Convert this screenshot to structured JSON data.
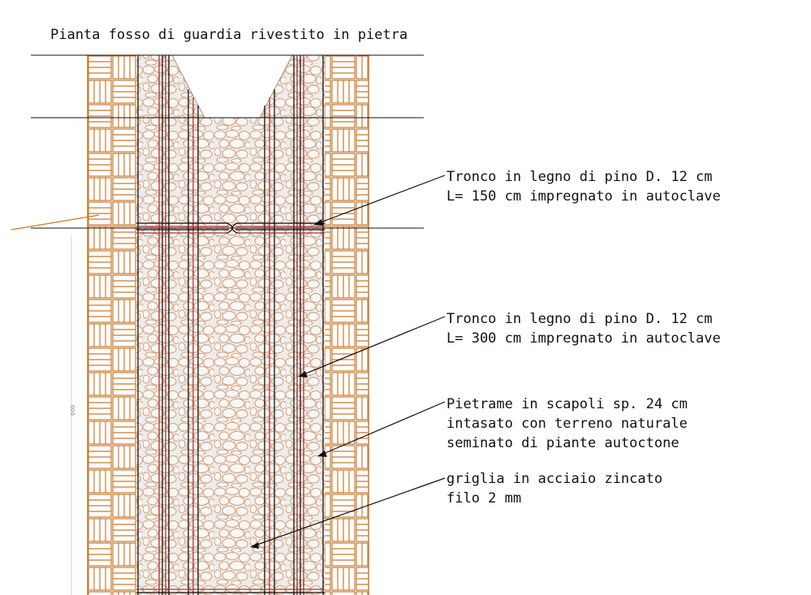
{
  "title": "Pianta fosso di guardia rivestito in pietra",
  "dimension_label": "600",
  "callouts": [
    {
      "id": "tronco-150",
      "lines": [
        "Tronco in legno di pino D. 12 cm",
        "L= 150 cm impregnato in autoclave"
      ]
    },
    {
      "id": "tronco-300",
      "lines": [
        "Tronco in legno di pino D. 12 cm",
        "L= 300 cm impregnato in autoclave"
      ]
    },
    {
      "id": "pietrame",
      "lines": [
        "Pietrame in scapoli sp. 24 cm",
        "intasato con terreno naturale",
        "seminato di piante autoctone"
      ]
    },
    {
      "id": "griglia",
      "lines": [
        "griglia in acciaio zincato",
        "filo 2 mm"
      ]
    }
  ],
  "colors": {
    "wood": "#c87a2e",
    "stone": "#d9a27a",
    "stone_fill": "#e6e6e6",
    "grid_red": "#a83232",
    "line": "#111111"
  }
}
